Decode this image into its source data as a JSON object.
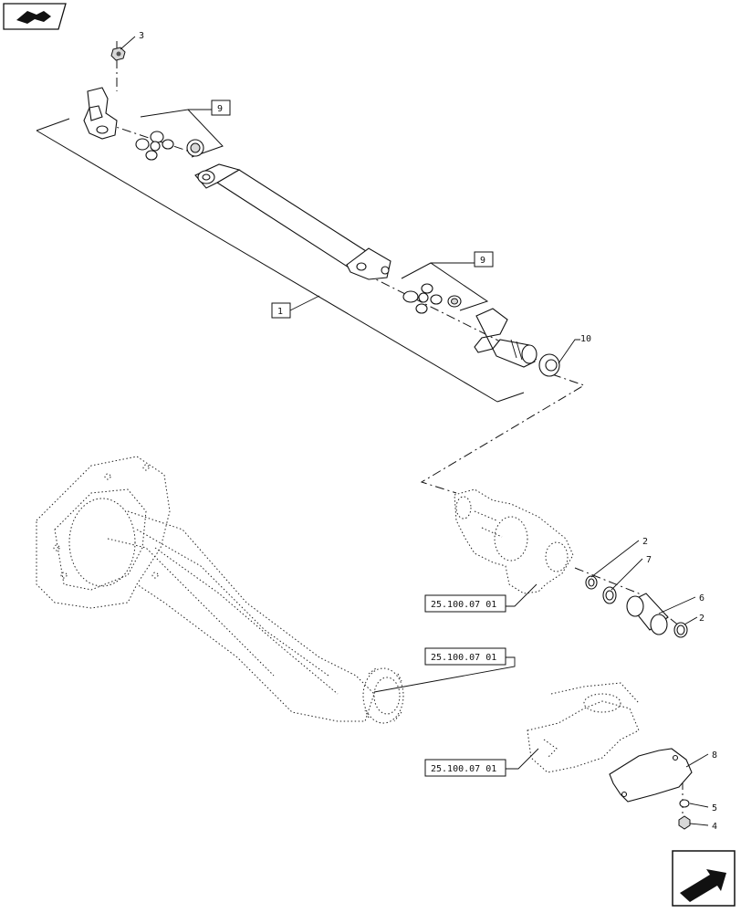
{
  "callouts": {
    "c1": "1",
    "c2a": "2",
    "c2b": "2",
    "c3": "3",
    "c4": "4",
    "c5": "5",
    "c6": "6",
    "c7": "7",
    "c8": "8",
    "c9a": "9",
    "c9b": "9",
    "c10": "10"
  },
  "references": {
    "ref_top": "25.100.07 01",
    "ref_mid": "25.100.07 01",
    "ref_bottom": "25.100.07 01"
  },
  "icons": {
    "top_left": "book-page-arrow-icon",
    "bottom_right": "next-page-arrow-icon"
  }
}
